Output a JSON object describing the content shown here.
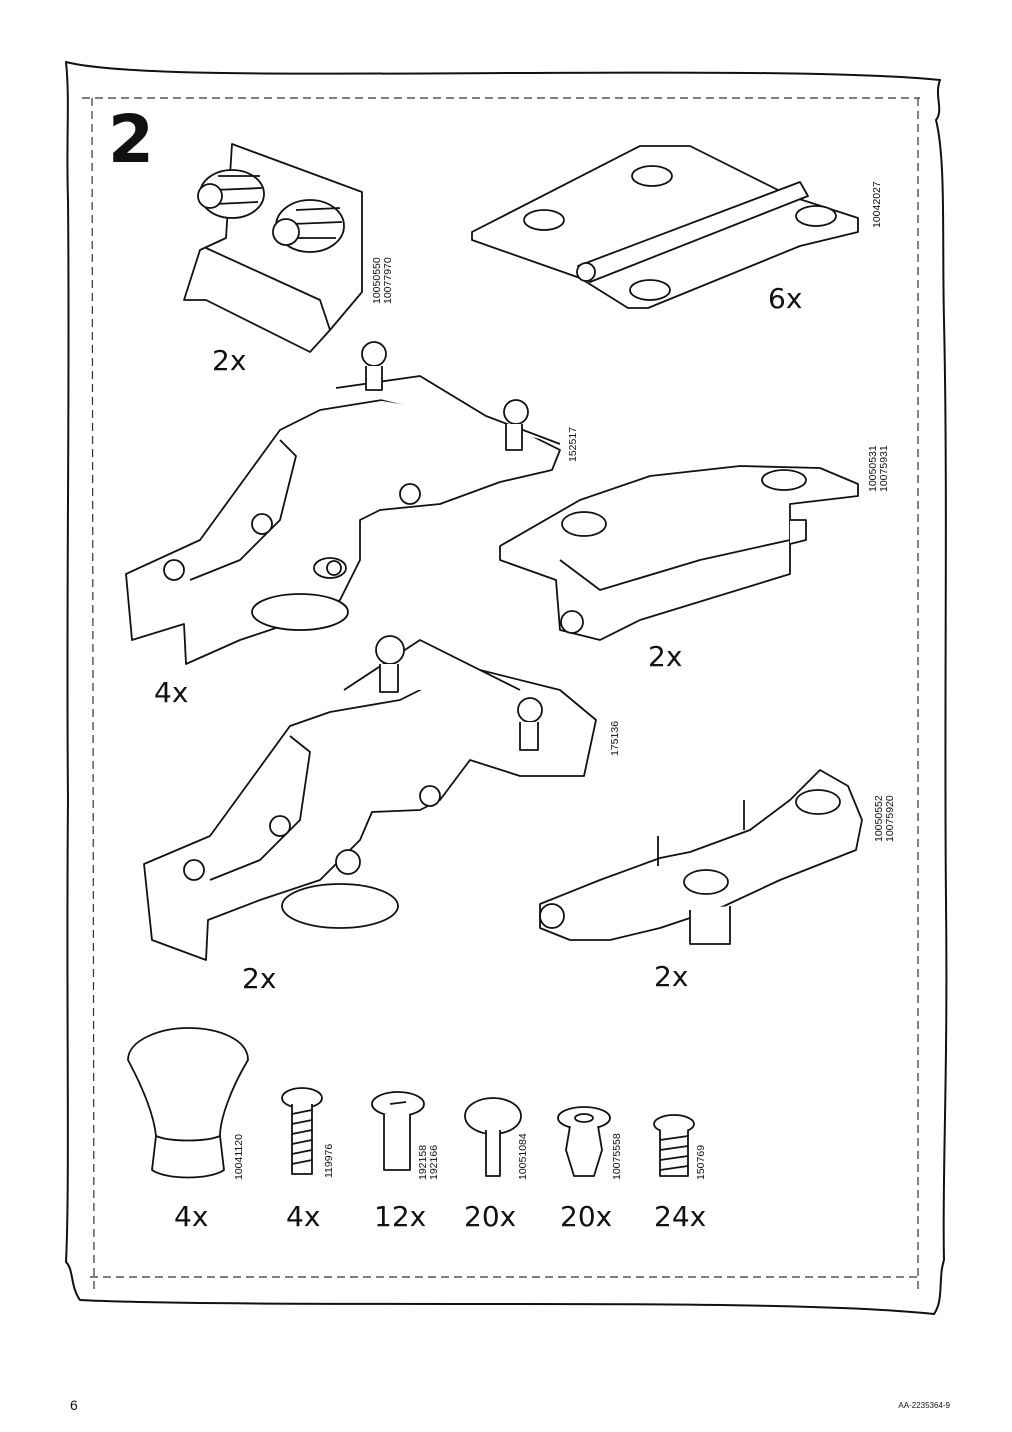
{
  "step": {
    "number": "2"
  },
  "parts": [
    {
      "name": "cam-bracket",
      "quantity": "2x",
      "codes": [
        "10050550",
        "10077970"
      ]
    },
    {
      "name": "butt-hinge",
      "quantity": "6x",
      "codes": [
        "10042027"
      ]
    },
    {
      "name": "concealed-hinge-small",
      "quantity": "4x",
      "codes": [
        "152517"
      ]
    },
    {
      "name": "hinge-mounting-plate-a",
      "quantity": "2x",
      "codes": [
        "10050531",
        "10075931"
      ]
    },
    {
      "name": "concealed-hinge-large",
      "quantity": "2x",
      "codes": [
        "175136"
      ]
    },
    {
      "name": "hinge-mounting-plate-b",
      "quantity": "2x",
      "codes": [
        "10050552",
        "10075920"
      ]
    },
    {
      "name": "knob",
      "quantity": "4x",
      "codes": [
        "10041120"
      ]
    },
    {
      "name": "screw",
      "quantity": "4x",
      "codes": [
        "119976"
      ]
    },
    {
      "name": "cam-bolt",
      "quantity": "12x",
      "codes": [
        "192158",
        "192166"
      ]
    },
    {
      "name": "shelf-pin",
      "quantity": "20x",
      "codes": [
        "10051084"
      ]
    },
    {
      "name": "dowel-insert",
      "quantity": "20x",
      "codes": [
        "10075558"
      ]
    },
    {
      "name": "threaded-insert",
      "quantity": "24x",
      "codes": [
        "150769"
      ]
    }
  ],
  "footer": {
    "page_number": "6",
    "document_id": "AA-2235364-9"
  }
}
